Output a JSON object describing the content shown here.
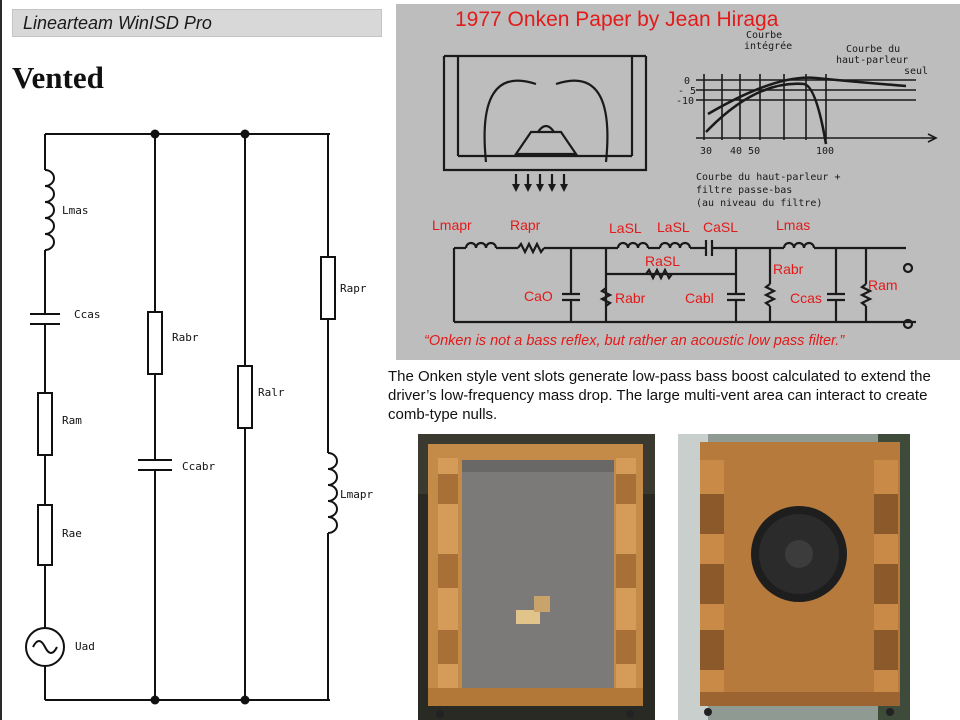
{
  "software": {
    "title": "Linearteam WinISD Pro"
  },
  "section_heading": "Vented",
  "schematic": {
    "labels": {
      "lmas": "Lmas",
      "ccas": "Ccas",
      "ram": "Ram",
      "rae": "Rae",
      "uad": "Uad",
      "rabr": "Rabr",
      "ccabr": "Ccabr",
      "ralr": "Ralr",
      "rapr": "Rapr",
      "lmapr": "Lmapr"
    }
  },
  "onken_figure": {
    "title": "1977 Onken Paper by Jean Hiraga",
    "graph_text": {
      "courbe_integree_1": "Courbe",
      "courbe_integree_2": "intégrée",
      "courbe_hp_1": "Courbe du",
      "courbe_hp_2": "haut-parleur",
      "courbe_hp_3": "seul",
      "y_ticks": [
        "0",
        "- 5",
        "-10"
      ],
      "x_ticks": [
        "30",
        "40 50",
        "100"
      ],
      "caption_1": "Courbe du haut-parleur +",
      "caption_2": "filtre passe-bas",
      "caption_3": "(au niveau du filtre)"
    },
    "component_labels": {
      "lmapr": "Lmapr",
      "rapr": "Rapr",
      "lasl1": "LaSL",
      "lasl2": "LaSL",
      "casl": "CaSL",
      "lmas": "Lmas",
      "rasl": "RaSL",
      "rabr_right": "Rabr",
      "cao": "CaO",
      "rabr_left": "Rabr",
      "cabl": "Cabl",
      "ccas": "Ccas",
      "ram": "Ram"
    },
    "quote": "“Onken is not a bass reflex, but rather an acoustic low pass filter.”"
  },
  "caption": "The Onken style vent slots generate low-pass bass boost calculated to extend the driver’s low-frequency mass drop. The large multi-vent area can interact to create comb-type nulls."
}
